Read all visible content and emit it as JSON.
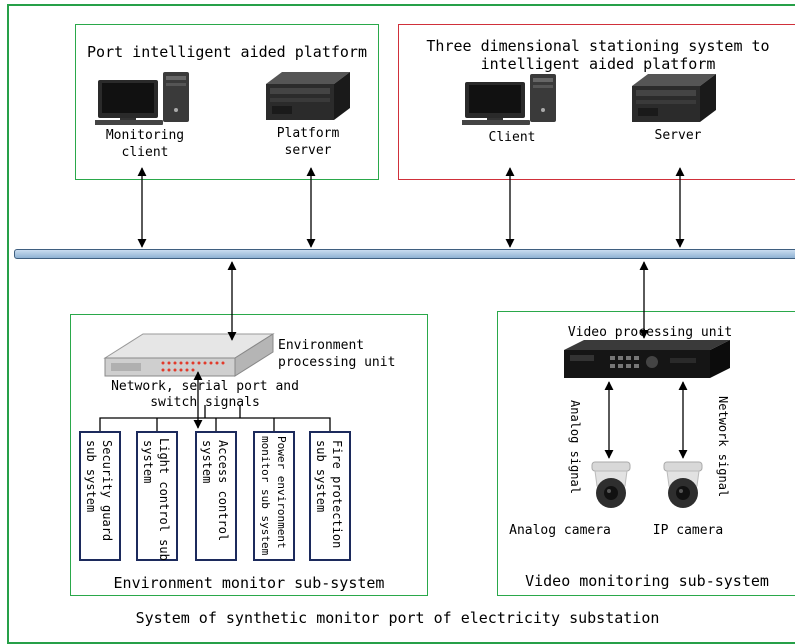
{
  "caption": "System of synthetic monitor port of electricity substation",
  "port_platform": {
    "title": "Port intelligent aided platform",
    "client_label_1": "Monitoring",
    "client_label_2": "client",
    "server_label_1": "Platform",
    "server_label_2": "server"
  },
  "stationing_system": {
    "title_line1": "Three dimensional stationing system to",
    "title_line2": "intelligent aided platform",
    "client_label": "Client",
    "server_label": "Server"
  },
  "environment": {
    "unit_label_1": "Environment",
    "unit_label_2": "processing unit",
    "signals_label_1": "Network, serial port and",
    "signals_label_2": "switch signals",
    "subsystems": [
      {
        "line1": "Security guard",
        "line2": "sub system"
      },
      {
        "line1": "Light control sub",
        "line2": "system"
      },
      {
        "line1": "Access control",
        "line2": "system"
      },
      {
        "line1": "Power environment",
        "line2": "monitor sub system"
      },
      {
        "line1": "Fire protection",
        "line2": "sub system"
      }
    ],
    "title": "Environment monitor sub-system"
  },
  "video": {
    "unit_label": "Video processing unit",
    "analog_signal": "Analog signal",
    "network_signal": "Network signal",
    "analog_camera": "Analog camera",
    "ip_camera": "IP camera",
    "title": "Video monitoring sub-system"
  },
  "colors": {
    "green_frame": "#2aa84a",
    "red_frame": "#d0303a",
    "subsystem_border": "#1c2a5c",
    "bus": "#a9c6e3"
  }
}
